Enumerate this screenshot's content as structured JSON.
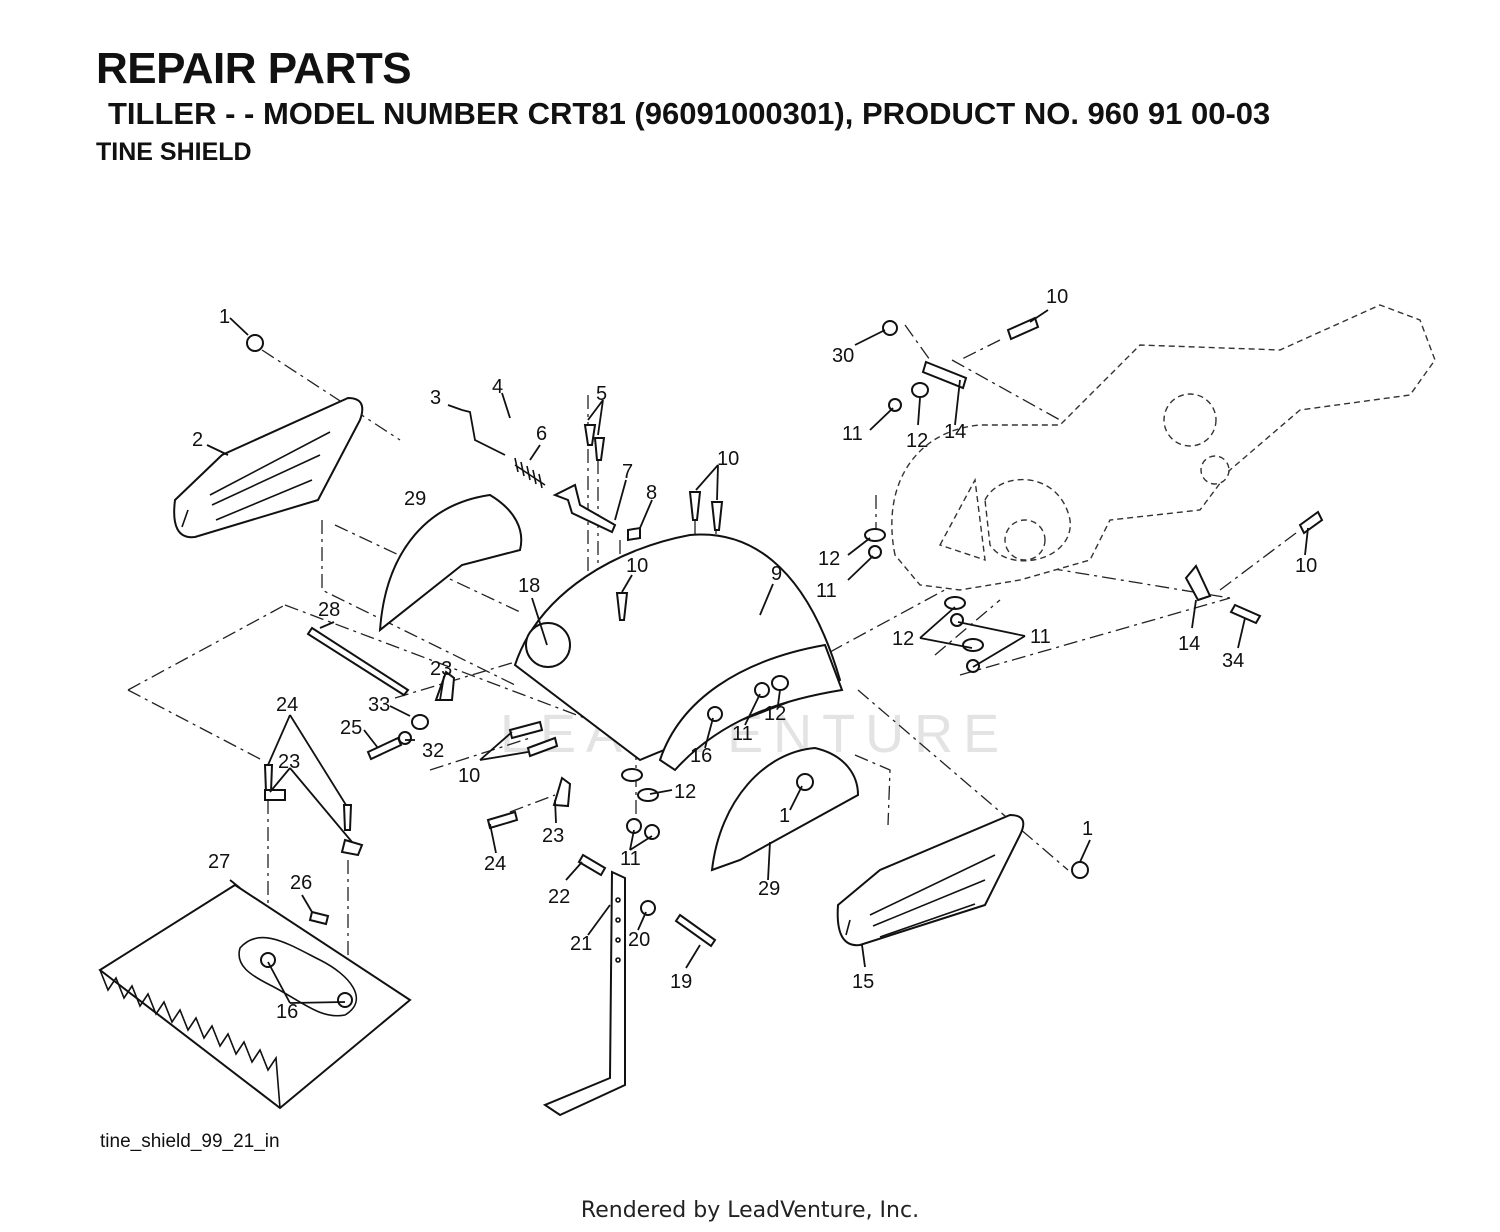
{
  "header": {
    "title": "REPAIR PARTS",
    "subtitle": "TILLER - - MODEL NUMBER CRT81 (96091000301), PRODUCT NO. 960 91 00-03",
    "section": "TINE SHIELD"
  },
  "watermark": "LEADVENTURE",
  "callouts": [
    {
      "id": "c1a",
      "text": "1"
    },
    {
      "id": "c1b",
      "text": "1"
    },
    {
      "id": "c1c",
      "text": "1"
    },
    {
      "id": "c2",
      "text": "2"
    },
    {
      "id": "c3",
      "text": "3"
    },
    {
      "id": "c4",
      "text": "4"
    },
    {
      "id": "c5",
      "text": "5"
    },
    {
      "id": "c6",
      "text": "6"
    },
    {
      "id": "c7",
      "text": "7"
    },
    {
      "id": "c8",
      "text": "8"
    },
    {
      "id": "c9",
      "text": "9"
    },
    {
      "id": "c10a",
      "text": "10"
    },
    {
      "id": "c10b",
      "text": "10"
    },
    {
      "id": "c10c",
      "text": "10"
    },
    {
      "id": "c10d",
      "text": "10"
    },
    {
      "id": "c10e",
      "text": "10"
    },
    {
      "id": "c11a",
      "text": "11"
    },
    {
      "id": "c11b",
      "text": "11"
    },
    {
      "id": "c11c",
      "text": "11"
    },
    {
      "id": "c11d",
      "text": "11"
    },
    {
      "id": "c11e",
      "text": "11"
    },
    {
      "id": "c12a",
      "text": "12"
    },
    {
      "id": "c12b",
      "text": "12"
    },
    {
      "id": "c12c",
      "text": "12"
    },
    {
      "id": "c12d",
      "text": "12"
    },
    {
      "id": "c12e",
      "text": "12"
    },
    {
      "id": "c14a",
      "text": "14"
    },
    {
      "id": "c14b",
      "text": "14"
    },
    {
      "id": "c15",
      "text": "15"
    },
    {
      "id": "c16a",
      "text": "16"
    },
    {
      "id": "c16b",
      "text": "16"
    },
    {
      "id": "c18",
      "text": "18"
    },
    {
      "id": "c19",
      "text": "19"
    },
    {
      "id": "c20",
      "text": "20"
    },
    {
      "id": "c21",
      "text": "21"
    },
    {
      "id": "c22",
      "text": "22"
    },
    {
      "id": "c23a",
      "text": "23"
    },
    {
      "id": "c23b",
      "text": "23"
    },
    {
      "id": "c23c",
      "text": "23"
    },
    {
      "id": "c24a",
      "text": "24"
    },
    {
      "id": "c24b",
      "text": "24"
    },
    {
      "id": "c25",
      "text": "25"
    },
    {
      "id": "c26",
      "text": "26"
    },
    {
      "id": "c27",
      "text": "27"
    },
    {
      "id": "c28",
      "text": "28"
    },
    {
      "id": "c29a",
      "text": "29"
    },
    {
      "id": "c29b",
      "text": "29"
    },
    {
      "id": "c30",
      "text": "30"
    },
    {
      "id": "c32",
      "text": "32"
    },
    {
      "id": "c33",
      "text": "33"
    },
    {
      "id": "c34",
      "text": "34"
    }
  ],
  "footer": {
    "filename": "tine_shield_99_21_in",
    "credit": "Rendered by LeadVenture, Inc."
  }
}
